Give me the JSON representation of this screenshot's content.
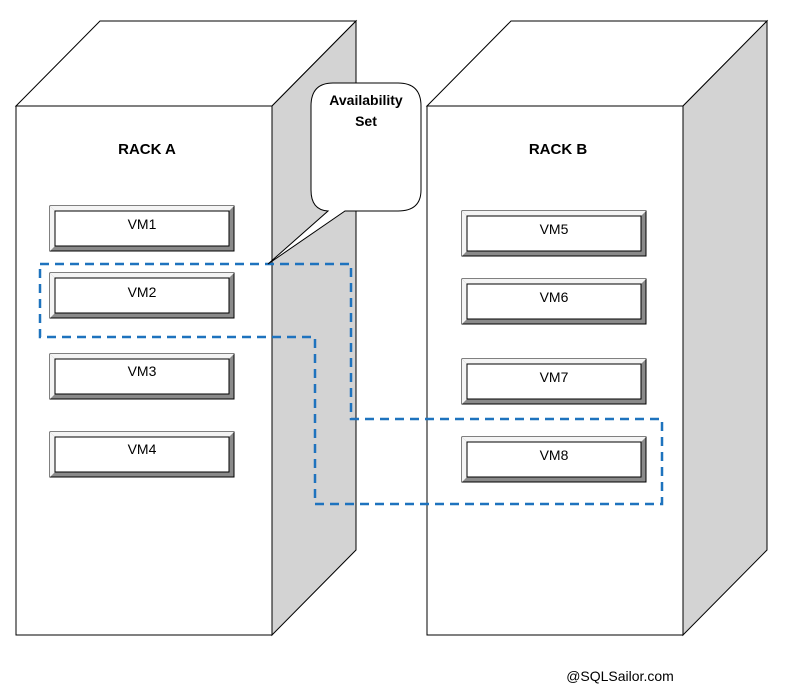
{
  "racks": {
    "a": {
      "label": "RACK A",
      "vms": [
        "VM1",
        "VM2",
        "VM3",
        "VM4"
      ]
    },
    "b": {
      "label": "RACK B",
      "vms": [
        "VM5",
        "VM6",
        "VM7",
        "VM8"
      ]
    }
  },
  "callout": {
    "line1": "Availability",
    "line2": "Set"
  },
  "availability_set": {
    "members": [
      "VM2",
      "VM8"
    ],
    "border_color": "#1e73be",
    "border_style": "dashed"
  },
  "colors": {
    "rack_front": "#ffffff",
    "rack_side": "#d3d3d3",
    "rack_stroke": "#000000",
    "vm_bevel_light": "#f4f4f4",
    "vm_bevel_dark": "#8a8a8a"
  },
  "credit": "@SQLSailor.com"
}
